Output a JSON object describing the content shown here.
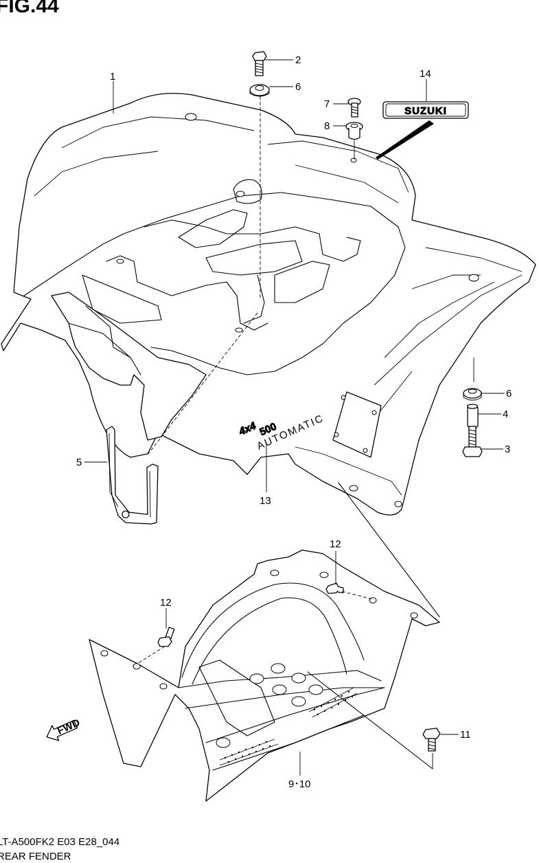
{
  "figure": {
    "title": "FIG.44",
    "code": "LT-A500FK2 E03 E28_044",
    "caption": "REAR FENDER"
  },
  "callouts": {
    "c1": "1",
    "c2": "2",
    "c3": "3",
    "c4": "4",
    "c5": "5",
    "c6a": "6",
    "c6b": "6",
    "c7": "7",
    "c8": "8",
    "c9_10": "9･10",
    "c11": "11",
    "c12a": "12",
    "c12b": "12",
    "c13": "13",
    "c14": "14"
  },
  "emblem": {
    "suzuki": "SUZUKI",
    "badge_main": "4x4",
    "badge_num": "500",
    "badge_sub": "AUTOMATIC"
  },
  "direction_mark": {
    "label": "FWD"
  }
}
